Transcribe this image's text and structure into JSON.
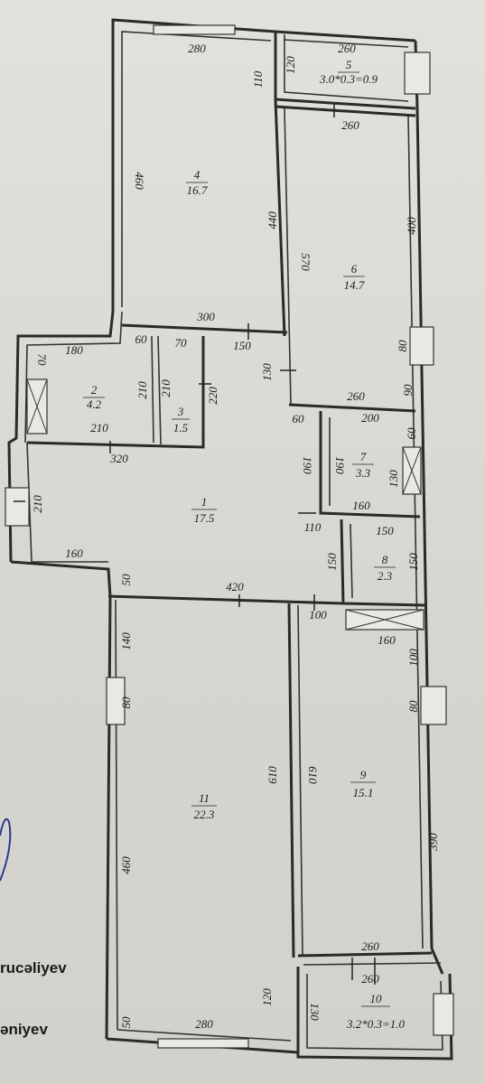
{
  "rooms": [
    {
      "id": "room-1",
      "number": "1",
      "area": "17.5"
    },
    {
      "id": "room-2",
      "number": "2",
      "area": "4.2"
    },
    {
      "id": "room-3",
      "number": "3",
      "area": "1.5"
    },
    {
      "id": "room-4",
      "number": "4",
      "area": "16.7"
    },
    {
      "id": "room-5",
      "number": "5",
      "area": "3.0*0.3=0.9"
    },
    {
      "id": "room-6",
      "number": "6",
      "area": "14.7"
    },
    {
      "id": "room-7",
      "number": "7",
      "area": "3.3"
    },
    {
      "id": "room-8",
      "number": "8",
      "area": "2.3"
    },
    {
      "id": "room-9",
      "number": "9",
      "area": "15.1"
    },
    {
      "id": "room-10",
      "number": "10",
      "area": "3.2*0.3=1.0"
    },
    {
      "id": "room-11",
      "number": "11",
      "area": "22.3"
    }
  ],
  "dimensions": [
    "280",
    "110",
    "120",
    "260",
    "260",
    "460",
    "440",
    "570",
    "400",
    "300",
    "80",
    "90",
    "180",
    "60",
    "70",
    "150",
    "130",
    "70",
    "210",
    "210",
    "220",
    "210",
    "260",
    "200",
    "60",
    "60",
    "190",
    "190",
    "130",
    "320",
    "160",
    "210",
    "160",
    "110",
    "150",
    "150",
    "150",
    "50",
    "420",
    "100",
    "160",
    "140",
    "80",
    "100",
    "80",
    "610",
    "610",
    "460",
    "390",
    "260",
    "260",
    "120",
    "130",
    "50",
    "280"
  ],
  "signatures": {
    "line1": "rucəliyev",
    "line2": "əniyev"
  }
}
